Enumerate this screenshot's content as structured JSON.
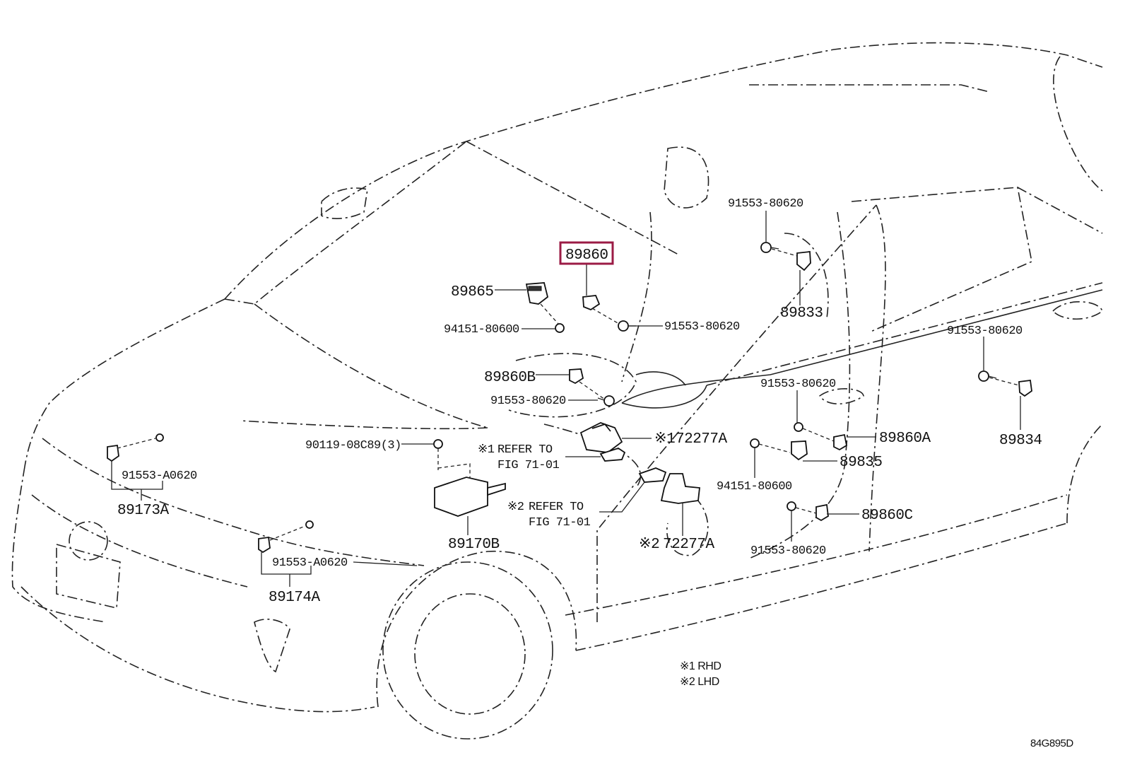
{
  "diagram": {
    "callouts": {
      "c89860": "89860",
      "c89865": "89865",
      "c94151_top": "94151-80600",
      "c91553_upper_mid": "91553-80620",
      "c91553_top": "91553-80620",
      "c89833": "89833",
      "c91553_right": "91553-80620",
      "c89834": "89834",
      "c89860b": "89860B",
      "c91553_mid": "91553-80620",
      "c91553_door": "91553-80620",
      "c89860a": "89860A",
      "c89835": "89835",
      "c94151_door": "94151-80600",
      "c89860c": "89860C",
      "c91553_bottom": "91553-80620",
      "c72277a_rhd": "72277A",
      "c72277a_lhd": "72277A",
      "c90119": "90119-08C89(3)",
      "c89170b": "89170B",
      "c91553_a0620_top": "91553-A0620",
      "c89173a": "89173A",
      "c91553_a0620_bot": "91553-A0620",
      "c89174a": "89174A",
      "ref1_line1": "REFER TO",
      "ref1_line2": "FIG 71-01",
      "ref2_line1": "REFER TO",
      "ref2_line2": "FIG 71-01"
    },
    "marks": {
      "m1": "※1",
      "m2": "※2"
    },
    "legend": {
      "line1": "※1  RHD",
      "line2": "※2  LHD"
    },
    "figure_code": "84G895D",
    "highlight_color": "#9b1b45"
  }
}
